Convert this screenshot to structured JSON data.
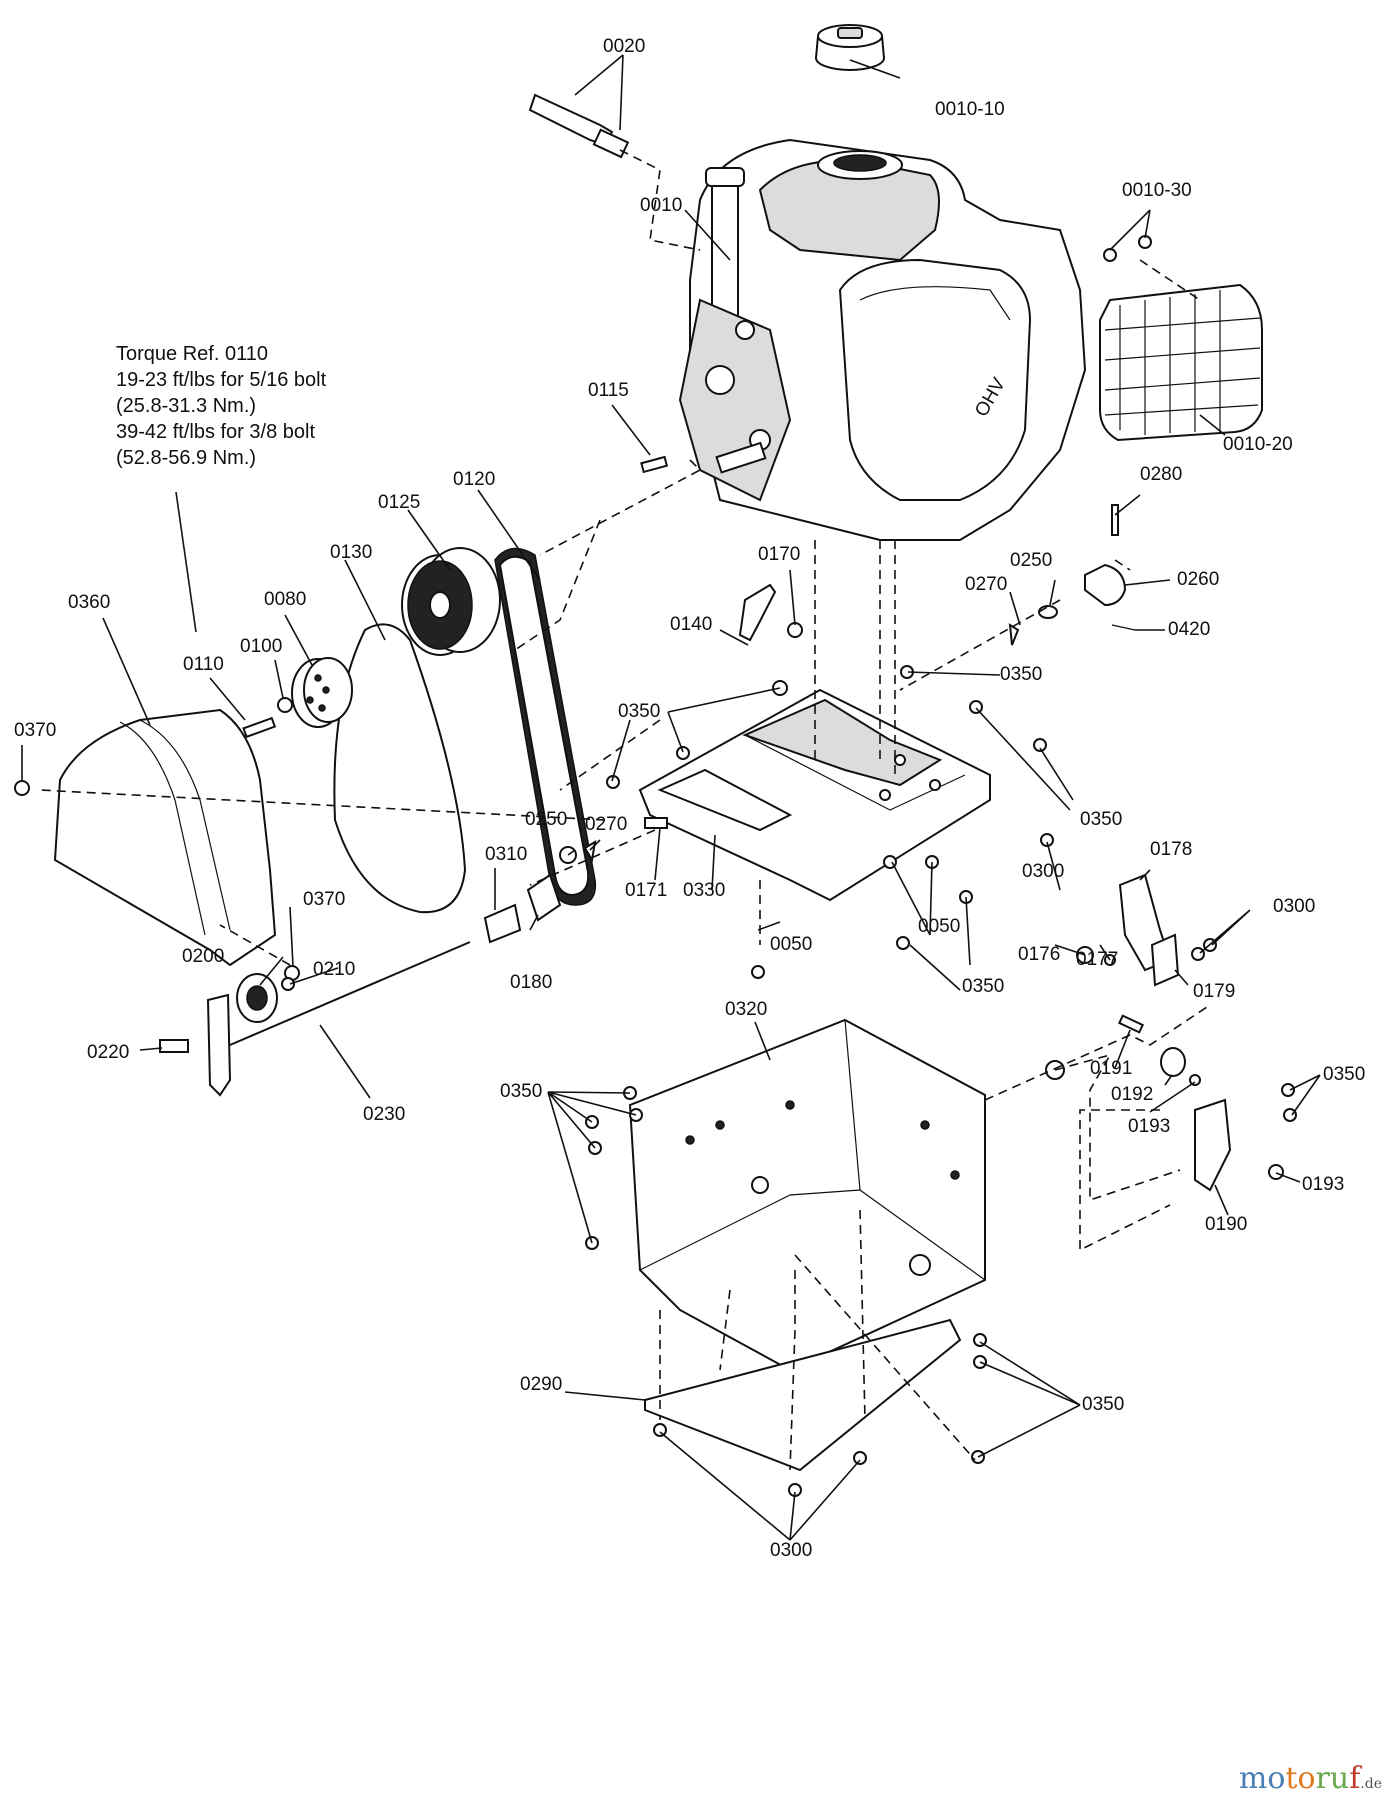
{
  "torque_note": {
    "title": "Torque Ref. 0110",
    "line1": "19-23 ft/lbs for 5/16 bolt",
    "line2": "(25.8-31.3 Nm.)",
    "line3": "39-42 ft/lbs for 3/8 bolt",
    "line4": "(52.8-56.9 Nm.)"
  },
  "engine_brand": "OHV",
  "labels": {
    "p0020": "0020",
    "p0010_10": "0010-10",
    "p0010": "0010",
    "p0010_30": "0010-30",
    "p0010_20": "0010-20",
    "p0115": "0115",
    "p0120": "0120",
    "p0125": "0125",
    "p0130": "0130",
    "p0080": "0080",
    "p0360": "0360",
    "p0110": "0110",
    "p0100": "0100",
    "p0370a": "0370",
    "p0370b": "0370",
    "p0280": "0280",
    "p0250a": "0250",
    "p0260": "0260",
    "p0270a": "0270",
    "p0420": "0420",
    "p0170": "0170",
    "p0140": "0140",
    "p0350a": "0350",
    "p0350b": "0350",
    "p0350c": "0350",
    "p0350d": "0350",
    "p0350e": "0350",
    "p0350f": "0350",
    "p0350g": "0350",
    "p0250b": "0250",
    "p0270b": "0270",
    "p0310": "0310",
    "p0171": "0171",
    "p0330": "0330",
    "p0050a": "0050",
    "p0050b": "0050",
    "p0300a": "0300",
    "p0300b": "0300",
    "p0300c": "0300",
    "p0178": "0178",
    "p0176": "0176",
    "p0177": "0177",
    "p0179": "0179",
    "p0180": "0180",
    "p0200": "0200",
    "p0210": "0210",
    "p0220": "0220",
    "p0230": "0230",
    "p0320": "0320",
    "p0191": "0191",
    "p0192": "0192",
    "p0193a": "0193",
    "p0193b": "0193",
    "p0190": "0190",
    "p0290": "0290"
  },
  "watermark": {
    "m1": "mo",
    "m2": "to",
    "m3": "ru",
    "m4": "f",
    "suffix": ".de"
  }
}
